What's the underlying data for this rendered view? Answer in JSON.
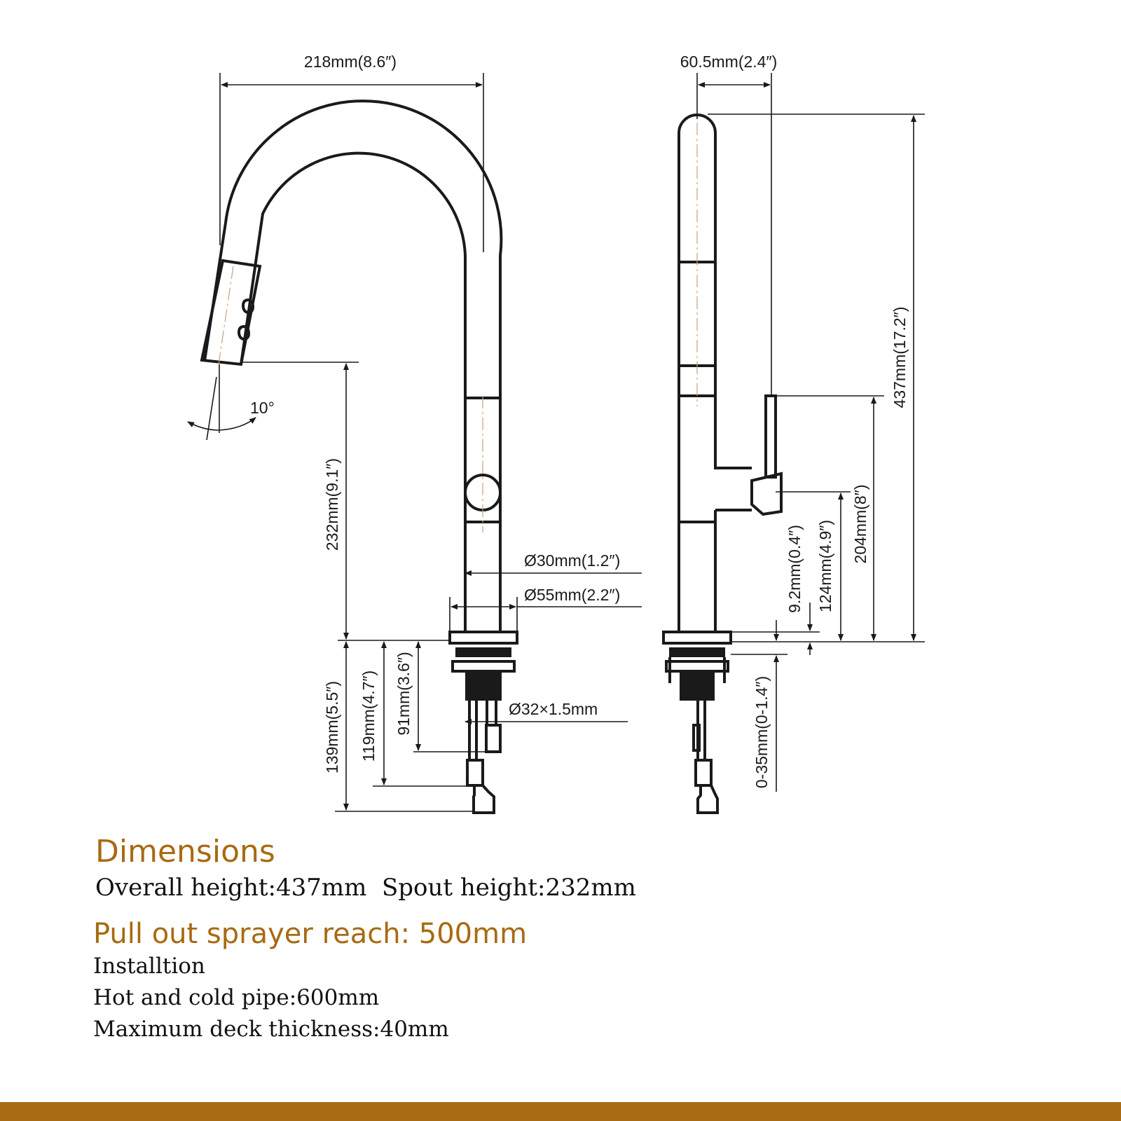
{
  "front_view": {
    "width_label": "218mm(8.6″)",
    "angle_label": "10°",
    "spout_height_label": "232mm(9.1″)",
    "body_diameter_label": "Ø30mm(1.2″)",
    "base_diameter_label": "Ø55mm(2.2″)",
    "shank_label": "Ø32×1.5mm",
    "below_deck_label": "139mm(5.5″)",
    "hose_label": "119mm(4.7″)",
    "shank_length_label": "91mm(3.6″)"
  },
  "side_view": {
    "depth_label": "60.5mm(2.4″)",
    "overall_height_label": "437mm(17.2″)",
    "handle_top_label": "204mm(8″)",
    "handle_axis_label": "124mm(4.9″)",
    "base_plate_label": "9.2mm(0.4″)",
    "deck_range_label": "0-35mm(0-1.4″)"
  },
  "specs": {
    "heading": "Dimensions",
    "heights": "Overall height:437mm  Spout height:232mm",
    "reach": "Pull out sprayer reach: 500mm",
    "installation": "Installtion",
    "pipe": "Hot and cold pipe:600mm",
    "deck": "Maximum deck thickness:40mm"
  },
  "colors": {
    "accent": "#a86a12",
    "line": "#1a1a1a",
    "centerline": "#c8a07a",
    "footer": "#a86a12"
  }
}
